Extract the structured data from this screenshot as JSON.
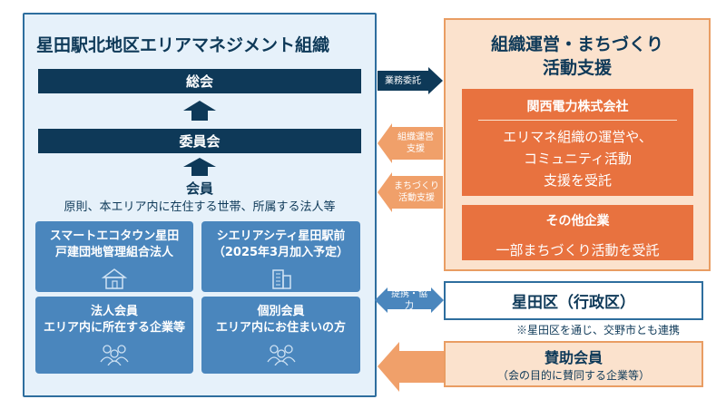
{
  "left": {
    "title": "星田駅北地区エリアマネジメント組織",
    "general_meeting": "総会",
    "committee": "委員会",
    "members_title": "会員",
    "members_sub": "原則、本エリア内に在住する世帯、所属する法人等",
    "cards": [
      {
        "line1": "スマートエコタウン星田",
        "line2": "戸建団地管理組合法人",
        "icon": "house-icon"
      },
      {
        "line1": "シエリアシティ星田駅前",
        "line2": "（2025年3月加入予定）",
        "icon": "building-icon"
      },
      {
        "line1": "法人会員",
        "line2": "エリア内に所在する企業等",
        "icon": "people-group-icon"
      },
      {
        "line1": "個別会員",
        "line2": "エリア内にお住まいの方",
        "icon": "people-group-icon"
      }
    ]
  },
  "right": {
    "title_line1": "組織運営・まちづくり",
    "title_line2": "活動支援",
    "kansai": {
      "title": "関西電力株式会社",
      "line1": "エリマネ組織の運営や、",
      "line2": "コミュニティ活動",
      "line3": "支援を受託"
    },
    "other": {
      "title": "その他企業",
      "line1": "一部まちづくり活動を受託"
    }
  },
  "arrows": {
    "outsourcing": "業務委託",
    "org_support_1": "組織運営",
    "org_support_2": "支援",
    "town_support_1": "まちづくり",
    "town_support_2": "活動支援",
    "cooperation": "提携・協力"
  },
  "hoshida": {
    "label": "星田区（行政区）",
    "note": "※星田区を通じ、交野市とも連携"
  },
  "sponsor": {
    "title": "賛助会員",
    "sub": "（会の目的に賛同する企業等）"
  },
  "colors": {
    "navy": "#0e3958",
    "blue": "#4a86bd",
    "light_blue": "#e6f1fa",
    "orange": "#e8723f",
    "light_orange": "#fbe2cd",
    "arrow_orange": "#f0a06a"
  }
}
